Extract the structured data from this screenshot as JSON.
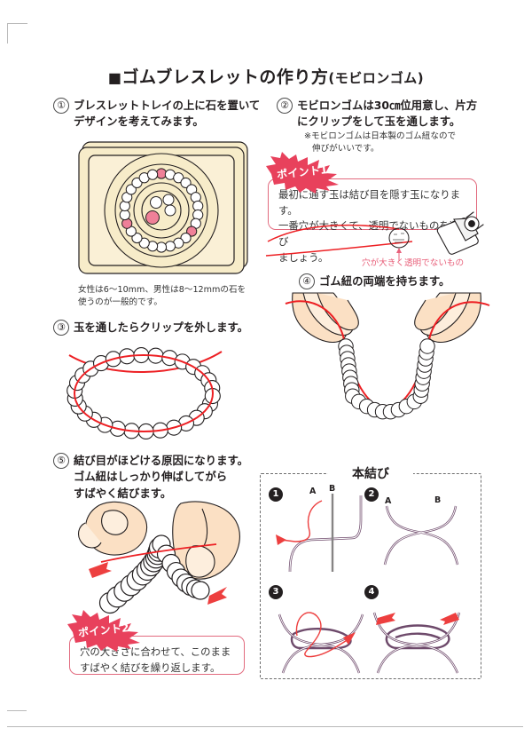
{
  "document": {
    "title_marker": "■",
    "title": "ゴムブレスレットの作り方",
    "title_paren": "(モビロンゴム)"
  },
  "steps": [
    {
      "number": "①",
      "lines": [
        "ブレスレットトレイの上に石を置いて",
        "デザインを考えてみます。"
      ]
    },
    {
      "number": "②",
      "lines": [
        "モビロンゴムは30㎝位用意し、片方",
        "にクリップをして玉を通します。"
      ]
    },
    {
      "number": "③",
      "lines": [
        "玉を通したらクリップを外します。"
      ]
    },
    {
      "number": "④",
      "lines": [
        "ゴム紐の両端を持ちます。"
      ]
    },
    {
      "number": "⑤",
      "lines": [
        "結び目がほどける原因になります。",
        "ゴム紐はしっかり伸ばしてがら",
        "すばやく結びます。"
      ]
    }
  ],
  "notes": {
    "step2_note": [
      "※モビロンゴムは日本製のゴム紐なので",
      "伸びがいいです。"
    ],
    "tray_caption": [
      "女性は6〜10mm、男性は8〜12mmの石を",
      "使うのが一般的です。"
    ]
  },
  "points": [
    {
      "label": "ポイント1",
      "lines": [
        "最初に通す玉は結び目を隠す玉になります。",
        "一番穴が大きくて、透明でないものを選び",
        "ましょう。"
      ]
    },
    {
      "label": "ポイント2",
      "lines": [
        "穴の大きさに合わせて、このまま",
        "すばやく結びを繰り返します。"
      ]
    }
  ],
  "annotations": {
    "bead_callout": "穴が大きく透明でないもの"
  },
  "knot_panel": {
    "title": "本結び",
    "steps": [
      {
        "number": "1",
        "labels": [
          "A",
          "B"
        ]
      },
      {
        "number": "2",
        "labels": [
          "A",
          "B"
        ]
      },
      {
        "number": "3",
        "labels": []
      },
      {
        "number": "4",
        "labels": []
      }
    ]
  },
  "colors": {
    "accent_red": "#e8415c",
    "cord_red": "#ed2024",
    "tray_fill": "#f7ecc9",
    "skin": "#fbe0c4",
    "bead_pink": "#ef8098",
    "ink": "#231f20",
    "knot_purple": "#6e4a6b"
  }
}
